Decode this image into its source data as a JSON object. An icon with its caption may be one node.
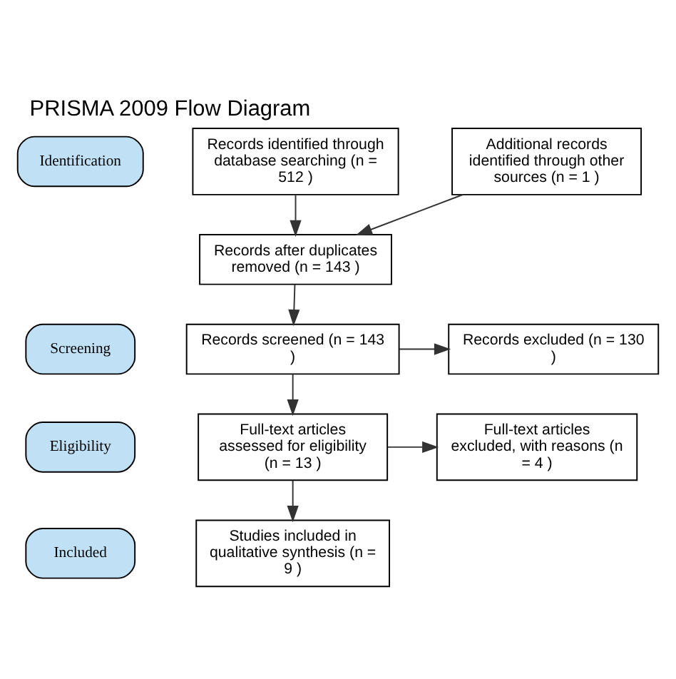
{
  "diagram": {
    "title": "PRISMA 2009 Flow Diagram",
    "nodes": [
      {
        "text": [
          "Identification"
        ]
      },
      {
        "text": [
          "Screening"
        ]
      },
      {
        "text": [
          "Eligibility"
        ]
      },
      {
        "text": [
          "Included"
        ]
      },
      {
        "text": [
          "Records identified through database searching (n = 512 )"
        ]
      },
      {
        "text": [
          "Additional records identified through other sources (n = 1 )"
        ]
      },
      {
        "text": [
          "Records after duplicates removed (n = 143 )"
        ]
      },
      {
        "text": [
          "Records screened (n = 143 )"
        ]
      },
      {
        "text": [
          "Records excluded (n = 130 )"
        ]
      },
      {
        "text": [
          "Full-text articles assessed for eligibility (n = 13 )"
        ]
      },
      {
        "text": [
          "Full-text articles excluded, with reasons (n = 4 )"
        ]
      },
      {
        "text": [
          "Studies included in qualitative synthesis (n = 9 )"
        ]
      }
    ],
    "edges": [
      {
        "from": 4,
        "to": 6,
        "arrow": "to"
      },
      {
        "from": 5,
        "to": 6,
        "arrow": "to"
      },
      {
        "from": 6,
        "to": 7,
        "arrow": "to"
      },
      {
        "from": 7,
        "to": 8,
        "arrow": "to"
      },
      {
        "from": 7,
        "to": 9,
        "arrow": "to"
      },
      {
        "from": 9,
        "to": 10,
        "arrow": "to"
      },
      {
        "from": 9,
        "to": 11,
        "arrow": "to"
      }
    ]
  }
}
